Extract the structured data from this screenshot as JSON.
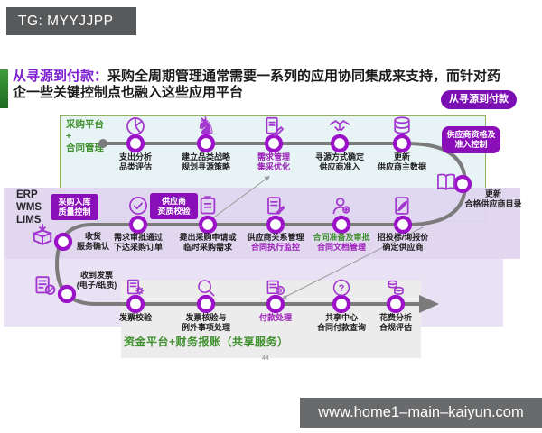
{
  "watermarks": {
    "tg_badge": "TG: MYYJJPP",
    "url_bar": "www.home1–main–kaiyun.com"
  },
  "slide": {
    "title_highlight": "从寻源到付款：",
    "title_rest": "采购全周期管理通常需要一系列的应用协同集成来支持，而针对药企一些关键控制点也融入这些应用平台",
    "corner_badge": "从寻源到付款",
    "page_number": "44"
  },
  "lanes": {
    "top_left": [
      "采购平台",
      "+",
      "合同管理"
    ],
    "mid_left": [
      "ERP",
      "WMS",
      "LIMS"
    ],
    "bottom": "资金平台+财务报账（共享服务）"
  },
  "control_badges": [
    {
      "id": "supplier-qualification-control",
      "lines": [
        "供应商资格及",
        "准入控制"
      ]
    },
    {
      "id": "inbound-quality-control",
      "lines": [
        "采购入库",
        "质量控制"
      ]
    },
    {
      "id": "supplier-credential-check",
      "lines": [
        "供应商",
        "资质校验"
      ]
    }
  ],
  "flow": {
    "top_row": [
      {
        "icon": "pie-chart",
        "lines": [
          "支出分析",
          "品类评估"
        ],
        "colors": [
          "dark",
          "dark"
        ]
      },
      {
        "icon": "chess-knight",
        "lines": [
          "建立品类战略",
          "规划寻源策略"
        ],
        "colors": [
          "dark",
          "dark"
        ]
      },
      {
        "icon": "doc-edit",
        "lines": [
          "需求管理",
          "集采优化"
        ],
        "colors": [
          "purple",
          "purple"
        ]
      },
      {
        "icon": "handshake",
        "lines": [
          "寻源方式确定",
          "供应商准入"
        ],
        "colors": [
          "dark",
          "dark"
        ]
      },
      {
        "icon": "database",
        "lines": [
          "更新",
          "供应商主数据"
        ],
        "colors": [
          "dark",
          "dark"
        ]
      }
    ],
    "right_node": {
      "icon": "book",
      "lines": [
        "更新",
        "合格供应商目录"
      ],
      "colors": [
        "dark",
        "dark"
      ]
    },
    "middle_row": [
      {
        "icon": "box-receive",
        "lines": [
          "收货",
          "服务确认"
        ],
        "colors": [
          "dark",
          "dark"
        ]
      },
      {
        "icon": "seal-check",
        "lines": [
          "需求审批通过",
          "下达采购订单"
        ],
        "colors": [
          "dark",
          "dark"
        ]
      },
      {
        "icon": "clipboard",
        "lines": [
          "提出采购申请或",
          "临时采购需求"
        ],
        "colors": [
          "dark",
          "dark"
        ]
      },
      {
        "icon": "contract-pen",
        "lines": [
          "供应商关系管理",
          "合同执行监控"
        ],
        "colors": [
          "dark",
          "purple"
        ]
      },
      {
        "icon": "person",
        "lines": [
          "合同准备及审批",
          "合同文档管理"
        ],
        "colors": [
          "green",
          "purple"
        ]
      },
      {
        "icon": "bid-doc",
        "lines": [
          "招投标/询报价",
          "确定供应商"
        ],
        "colors": [
          "dark",
          "dark"
        ]
      }
    ],
    "left_node": {
      "icon": "invoice-check",
      "lines": [
        "收到发票",
        "(电子/纸质)"
      ],
      "colors": [
        "dark",
        "dark"
      ]
    },
    "bottom_row": [
      {
        "icon": "invoice-gear",
        "lines": [
          "发票校验"
        ],
        "colors": [
          "dark"
        ]
      },
      {
        "icon": "magnifier",
        "lines": [
          "发票核验与",
          "例外事项处理"
        ],
        "colors": [
          "dark",
          "dark"
        ]
      },
      {
        "icon": "payment",
        "lines": [
          "付款处理"
        ],
        "colors": [
          "purple"
        ]
      },
      {
        "icon": "question",
        "lines": [
          "共享中心",
          "合同付款查询"
        ],
        "colors": [
          "dark",
          "dark"
        ]
      },
      {
        "icon": "coins",
        "lines": [
          "花费分析",
          "合规评估"
        ],
        "colors": [
          "dark",
          "dark"
        ]
      }
    ]
  },
  "colors": {
    "purple_text": "#9c1fb8",
    "green_text": "#3e8f2d",
    "dark_text": "#1f1f1f",
    "node_ring": "#9c12c9",
    "icon_purple": "#a237cf",
    "path_gray": "#7b7b7b",
    "badge_bg": "#8b0fb8",
    "accent_title": "#7d1fd0"
  }
}
